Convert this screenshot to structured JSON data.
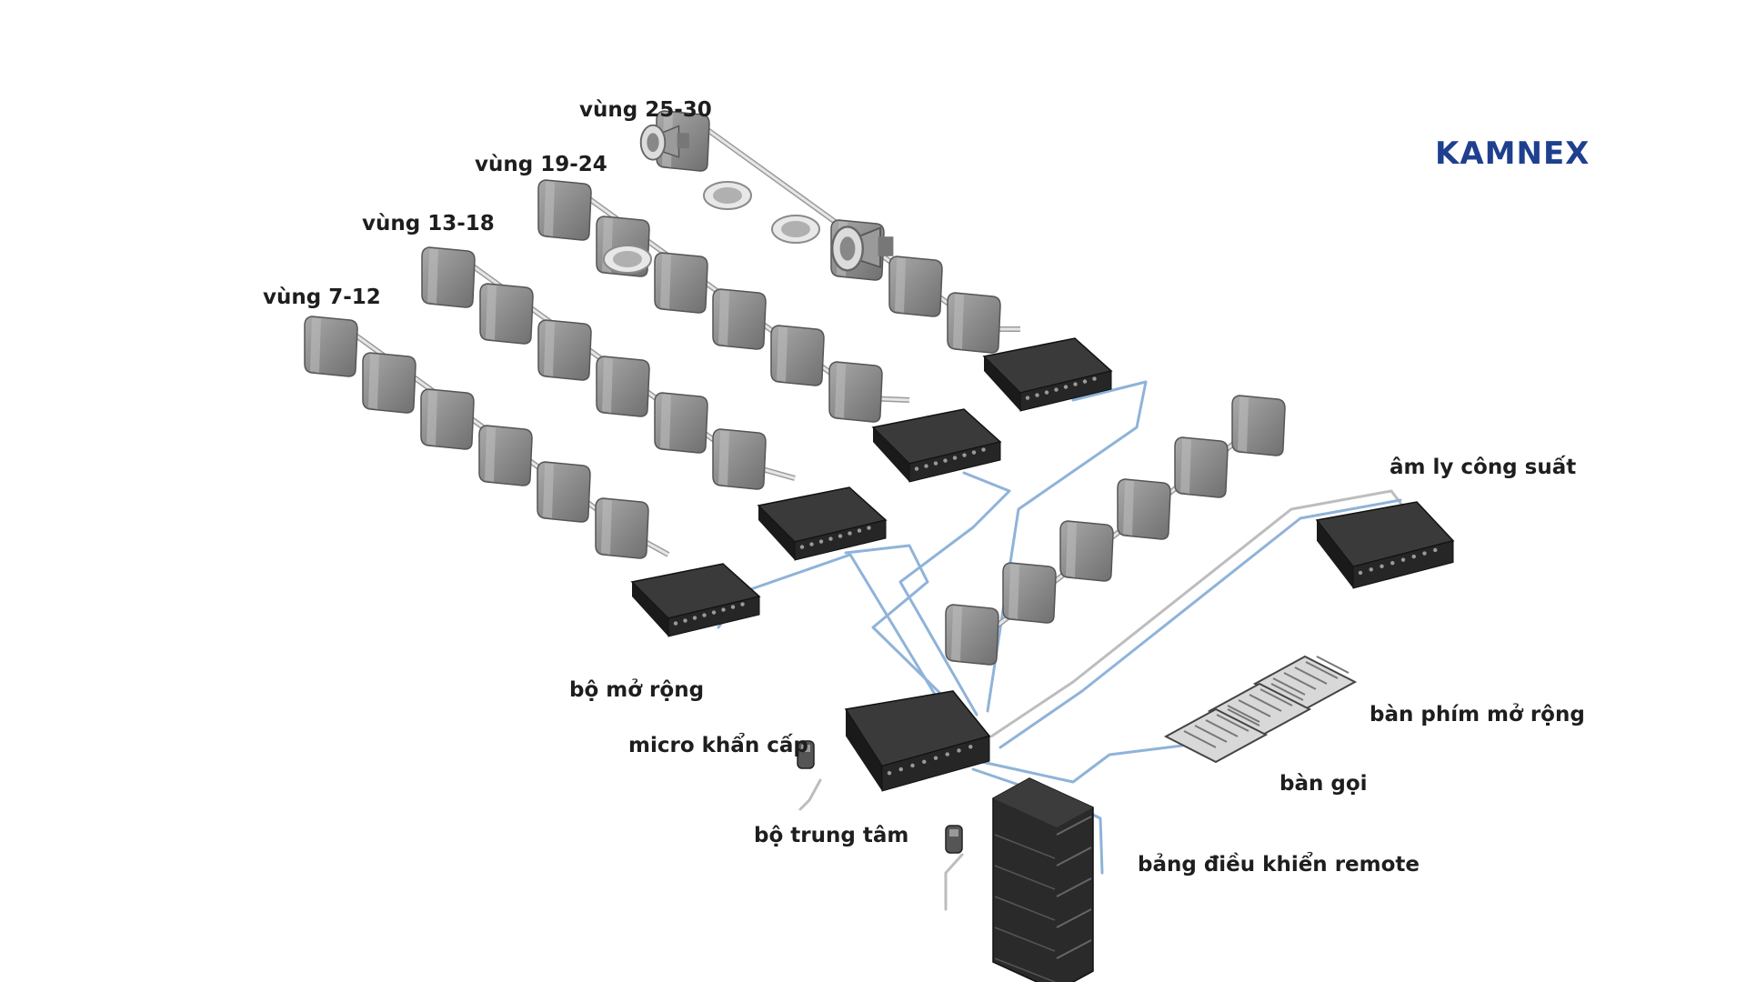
{
  "logo": {
    "text": "KAMNEX",
    "color": "#1f3f8f"
  },
  "labels": {
    "zone_25_30": "vùng 25-30",
    "zone_19_24": "vùng 19-24",
    "zone_13_18": "vùng 13-18",
    "zone_7_12": "vùng 7-12",
    "power_amp": "âm ly công suất",
    "expander": "bộ mở rộng",
    "emergency_mic": "micro khẩn cấp",
    "central_unit": "bộ trung tâm",
    "extension_keypad": "bàn phím mở rộng",
    "call_station": "bàn gọi",
    "remote_panel": "bảng điều khiển remote"
  },
  "colors": {
    "speaker": "#8c8c8c",
    "device": "#2b2b2b",
    "cable_gray": "#bdbdbd",
    "cable_blue": "#8fb3d9",
    "label": "#1e1e1e"
  },
  "icons": [
    "speaker-icon",
    "ceiling-speaker-icon",
    "horn-speaker-icon",
    "amplifier-icon",
    "microphone-icon",
    "keypad-icon",
    "rack-icon"
  ]
}
